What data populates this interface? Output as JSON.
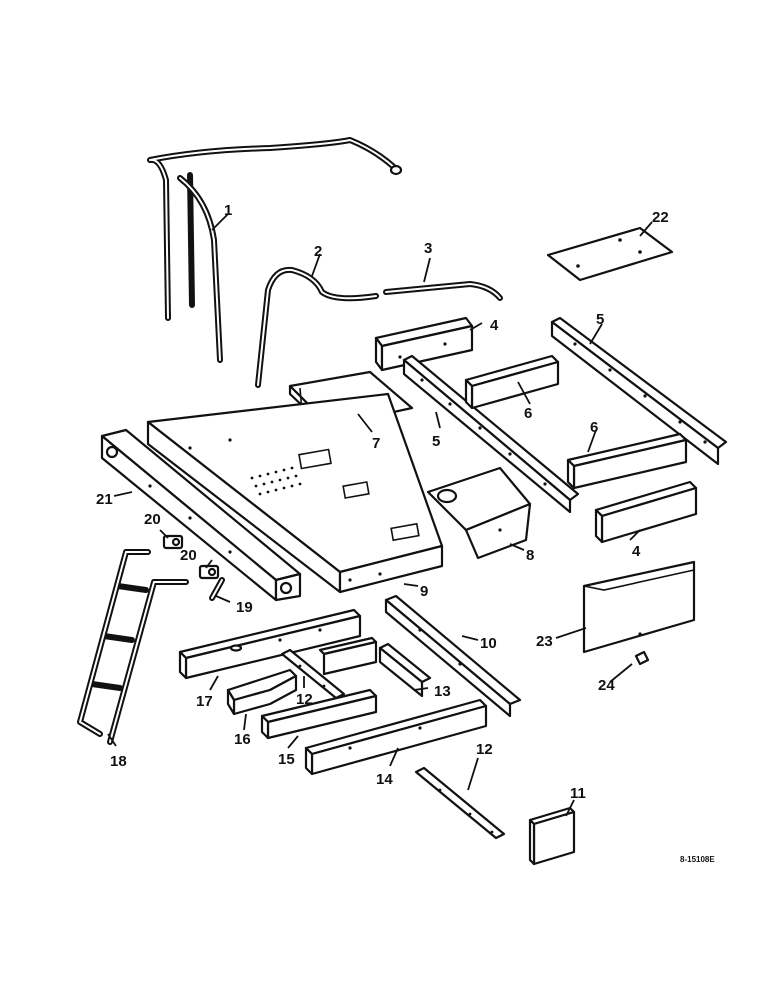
{
  "callouts": {
    "c1": "1",
    "c2": "2",
    "c3": "3",
    "c4a": "4",
    "c4b": "4",
    "c5a": "5",
    "c5b": "5",
    "c6a": "6",
    "c6b": "6",
    "c7": "7",
    "c8": "8",
    "c9": "9",
    "c10": "10",
    "c11": "11",
    "c12a": "12",
    "c12b": "12",
    "c13": "13",
    "c14": "14",
    "c15": "15",
    "c16": "16",
    "c17": "17",
    "c18": "18",
    "c19": "19",
    "c20a": "20",
    "c20b": "20",
    "c21": "21",
    "c22": "22",
    "c23": "23",
    "c24": "24"
  },
  "figure_code": "8-15108E"
}
